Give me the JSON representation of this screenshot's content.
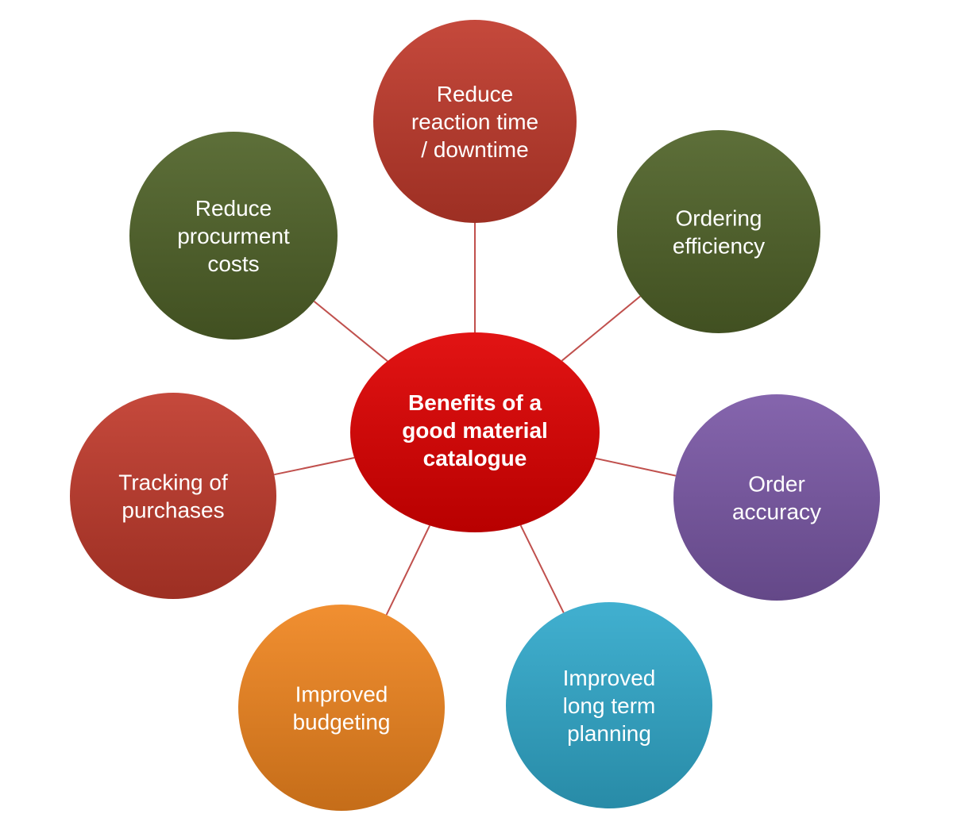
{
  "center": {
    "lines": [
      "Benefits of a",
      "good material",
      "catalogue"
    ],
    "color": "#e00000"
  },
  "nodes": [
    {
      "id": "reduce-reaction-time",
      "lines": [
        "Reduce",
        "reaction time",
        "/ downtime"
      ],
      "color": "#c0392b"
    },
    {
      "id": "ordering-efficiency",
      "lines": [
        "Ordering",
        "efficiency"
      ],
      "color": "#4f6228"
    },
    {
      "id": "order-accuracy",
      "lines": [
        "Order",
        "accuracy"
      ],
      "color": "#7a58a6"
    },
    {
      "id": "improved-long-term-planning",
      "lines": [
        "Improved",
        "long term",
        "planning"
      ],
      "color": "#31a9cc"
    },
    {
      "id": "improved-budgeting",
      "lines": [
        "Improved",
        "budgeting"
      ],
      "color": "#f0851f"
    },
    {
      "id": "tracking-of-purchases",
      "lines": [
        "Tracking of",
        "purchases"
      ],
      "color": "#c0392b"
    },
    {
      "id": "reduce-procurment-costs",
      "lines": [
        "Reduce",
        "procurment",
        "costs"
      ],
      "color": "#4f6228"
    }
  ]
}
